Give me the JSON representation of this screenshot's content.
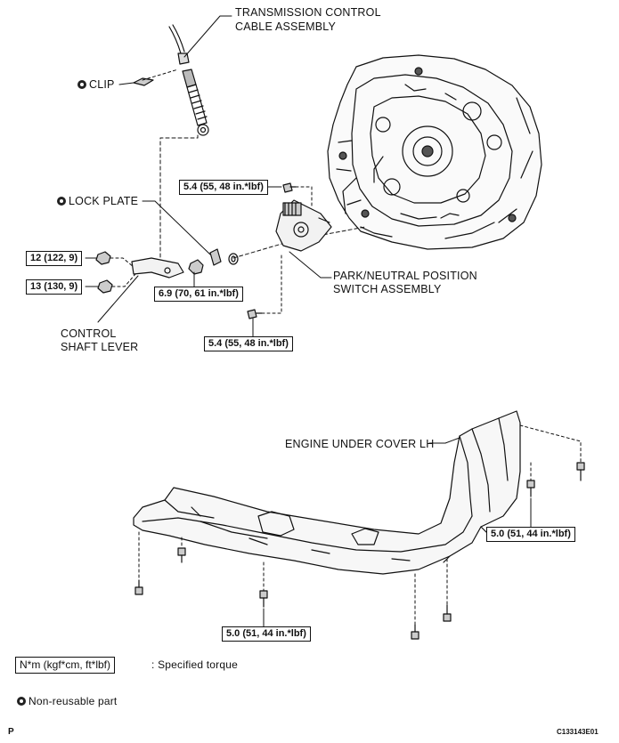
{
  "labels": {
    "cable_line1": "TRANSMISSION CONTROL",
    "cable_line2": "CABLE ASSEMBLY",
    "clip": "CLIP",
    "lock_plate": "LOCK PLATE",
    "switch_line1": "PARK/NEUTRAL POSITION",
    "switch_line2": "SWITCH ASSEMBLY",
    "lever_line1": "CONTROL",
    "lever_line2": "SHAFT LEVER",
    "under_cover": "ENGINE UNDER COVER LH"
  },
  "torque": {
    "t_switch_top": "5.4 (55, 48 in.*lbf)",
    "t_12": "12 (122, 9)",
    "t_13": "13 (130, 9)",
    "t_69": "6.9 (70, 61 in.*lbf)",
    "t_switch_bottom": "5.4 (55, 48 in.*lbf)",
    "t_cover_right": "5.0 (51, 44 in.*lbf)",
    "t_cover_bottom": "5.0 (51, 44 in.*lbf)"
  },
  "legend": {
    "torque_unit": "N*m (kgf*cm, ft*lbf)",
    "torque_desc": ": Specified torque",
    "nonreusable": "Non-reusable part"
  },
  "footer": {
    "left": "P",
    "right": "C133143E01"
  }
}
